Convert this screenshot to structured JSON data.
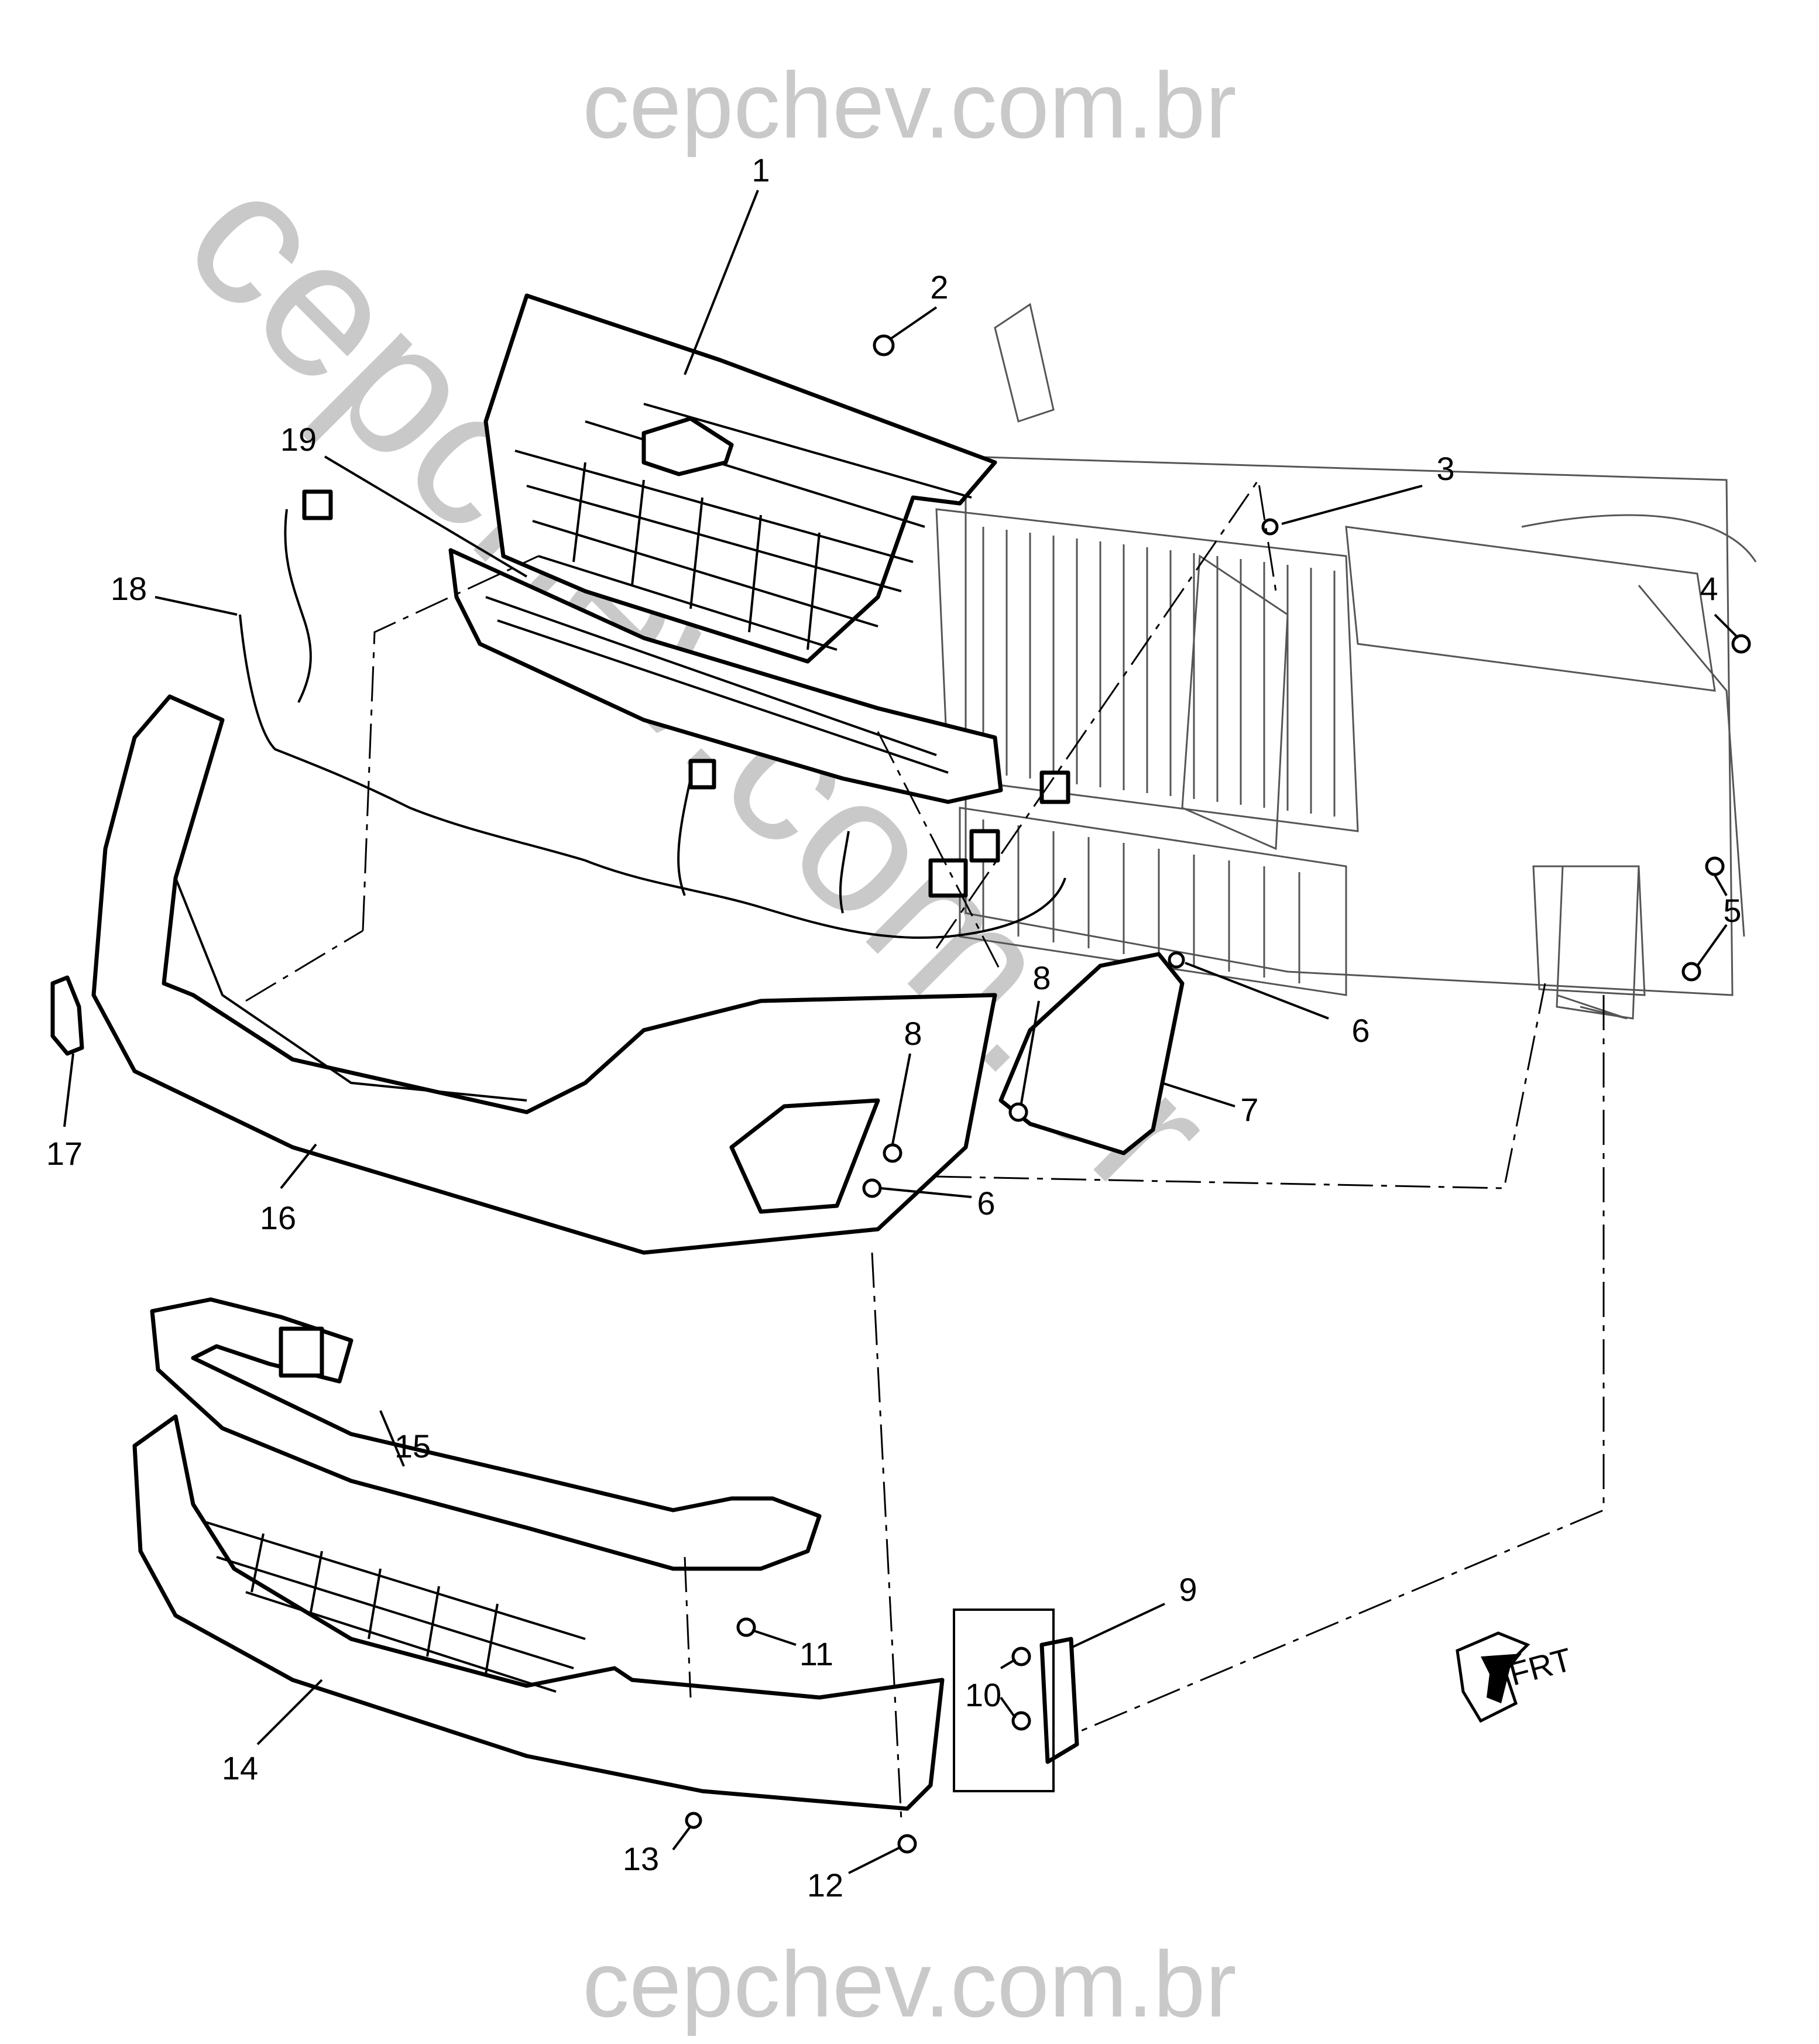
{
  "watermark": {
    "top": "cepchev.com.br",
    "bottom": "cepchev.com.br",
    "diagonal": "cepchev.com.br",
    "color": "#c9c9c9"
  },
  "direction_indicator": {
    "label": "FRT",
    "icon": "front-arrow-icon"
  },
  "callouts": [
    {
      "id": "c1",
      "label": "1"
    },
    {
      "id": "c2",
      "label": "2"
    },
    {
      "id": "c3",
      "label": "3"
    },
    {
      "id": "c4",
      "label": "4"
    },
    {
      "id": "c5",
      "label": "5"
    },
    {
      "id": "c6a",
      "label": "6"
    },
    {
      "id": "c6b",
      "label": "6"
    },
    {
      "id": "c7",
      "label": "7"
    },
    {
      "id": "c8a",
      "label": "8"
    },
    {
      "id": "c8b",
      "label": "8"
    },
    {
      "id": "c9",
      "label": "9"
    },
    {
      "id": "c10",
      "label": "10"
    },
    {
      "id": "c11",
      "label": "11"
    },
    {
      "id": "c12",
      "label": "12"
    },
    {
      "id": "c13",
      "label": "13"
    },
    {
      "id": "c14",
      "label": "14"
    },
    {
      "id": "c15",
      "label": "15"
    },
    {
      "id": "c16",
      "label": "16"
    },
    {
      "id": "c17",
      "label": "17"
    },
    {
      "id": "c18",
      "label": "18"
    },
    {
      "id": "c19",
      "label": "19"
    }
  ]
}
